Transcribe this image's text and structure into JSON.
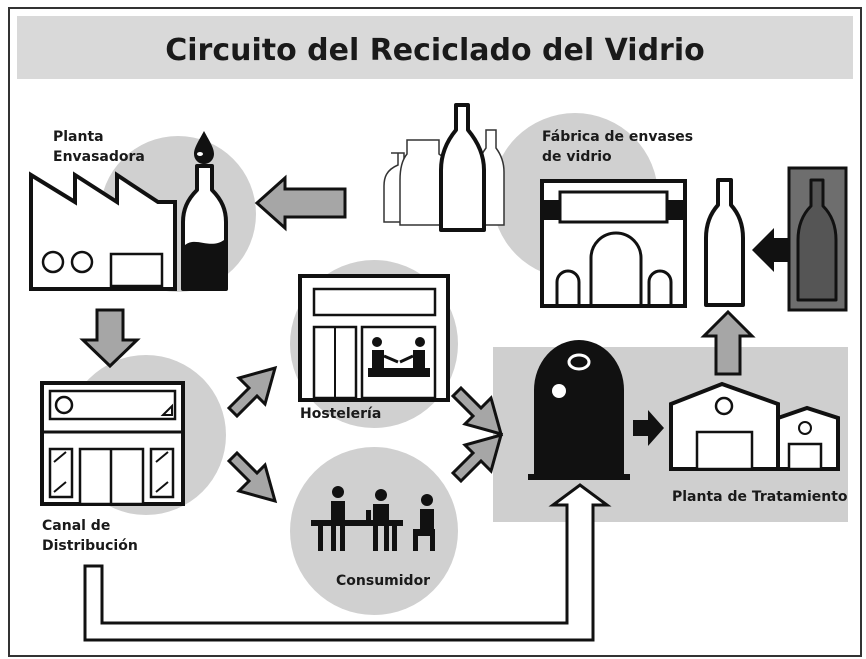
{
  "title": "Circuito del Reciclado del Vidrio",
  "nodes": {
    "bottling_plant": [
      "Planta",
      "Envasadora"
    ],
    "glass_factory": [
      "Fábrica de envases",
      "de vidrio"
    ],
    "distribution": [
      "Canal de",
      "Distribución"
    ],
    "hospitality": "Hostelería",
    "consumer": "Consumidor",
    "treatment_plant": "Planta de Tratamiento"
  },
  "colors": {
    "title_band": "#d9d9d9",
    "circle": "#d0d0d0",
    "panel": "#cfcfcf",
    "arrow_fill": "#a6a6a6",
    "dark": "#111111",
    "bottle_box": "#6e6e6e"
  }
}
